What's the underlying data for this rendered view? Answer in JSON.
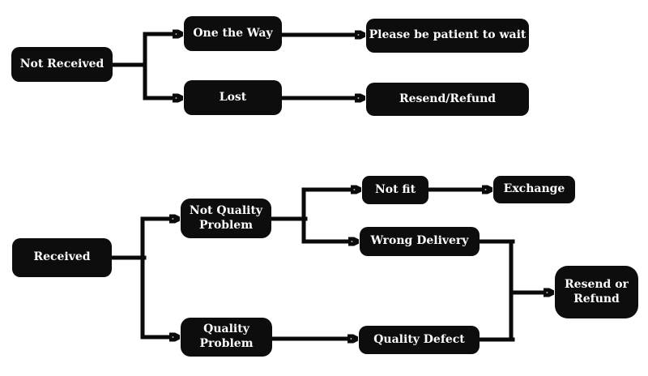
{
  "diagram": {
    "type": "flowchart",
    "colors": {
      "background": "#ffffff",
      "node_fill": "#0d0d0d",
      "node_text": "#fdfdfd",
      "connector": "#0a0a0a"
    },
    "nodes": {
      "not_received": {
        "label": "Not Received"
      },
      "one_the_way": {
        "label": "One the Way"
      },
      "lost": {
        "label": "Lost"
      },
      "please_wait": {
        "label": "Please be patient to wait"
      },
      "resend_refund": {
        "label": "Resend/Refund"
      },
      "received": {
        "label": "Received"
      },
      "not_quality_problem": {
        "label": "Not Quality\nProblem"
      },
      "quality_problem": {
        "label": "Quality\nProblem"
      },
      "not_fit": {
        "label": "Not fit"
      },
      "exchange": {
        "label": "Exchange"
      },
      "wrong_delivery": {
        "label": "Wrong Delivery"
      },
      "quality_defect": {
        "label": "Quality Defect"
      },
      "resend_or_refund": {
        "label": "Resend or\nRefund"
      }
    },
    "edges": [
      {
        "from": "Not Received",
        "to": "One the Way"
      },
      {
        "from": "Not Received",
        "to": "Lost"
      },
      {
        "from": "One the Way",
        "to": "Please be patient to wait"
      },
      {
        "from": "Lost",
        "to": "Resend/Refund"
      },
      {
        "from": "Received",
        "to": "Not Quality Problem"
      },
      {
        "from": "Received",
        "to": "Quality Problem"
      },
      {
        "from": "Not Quality Problem",
        "to": "Not fit"
      },
      {
        "from": "Not Quality Problem",
        "to": "Wrong Delivery"
      },
      {
        "from": "Not fit",
        "to": "Exchange"
      },
      {
        "from": "Wrong Delivery",
        "to": "Resend or Refund"
      },
      {
        "from": "Quality Problem",
        "to": "Quality Defect"
      },
      {
        "from": "Quality Defect",
        "to": "Resend or Refund"
      }
    ]
  }
}
